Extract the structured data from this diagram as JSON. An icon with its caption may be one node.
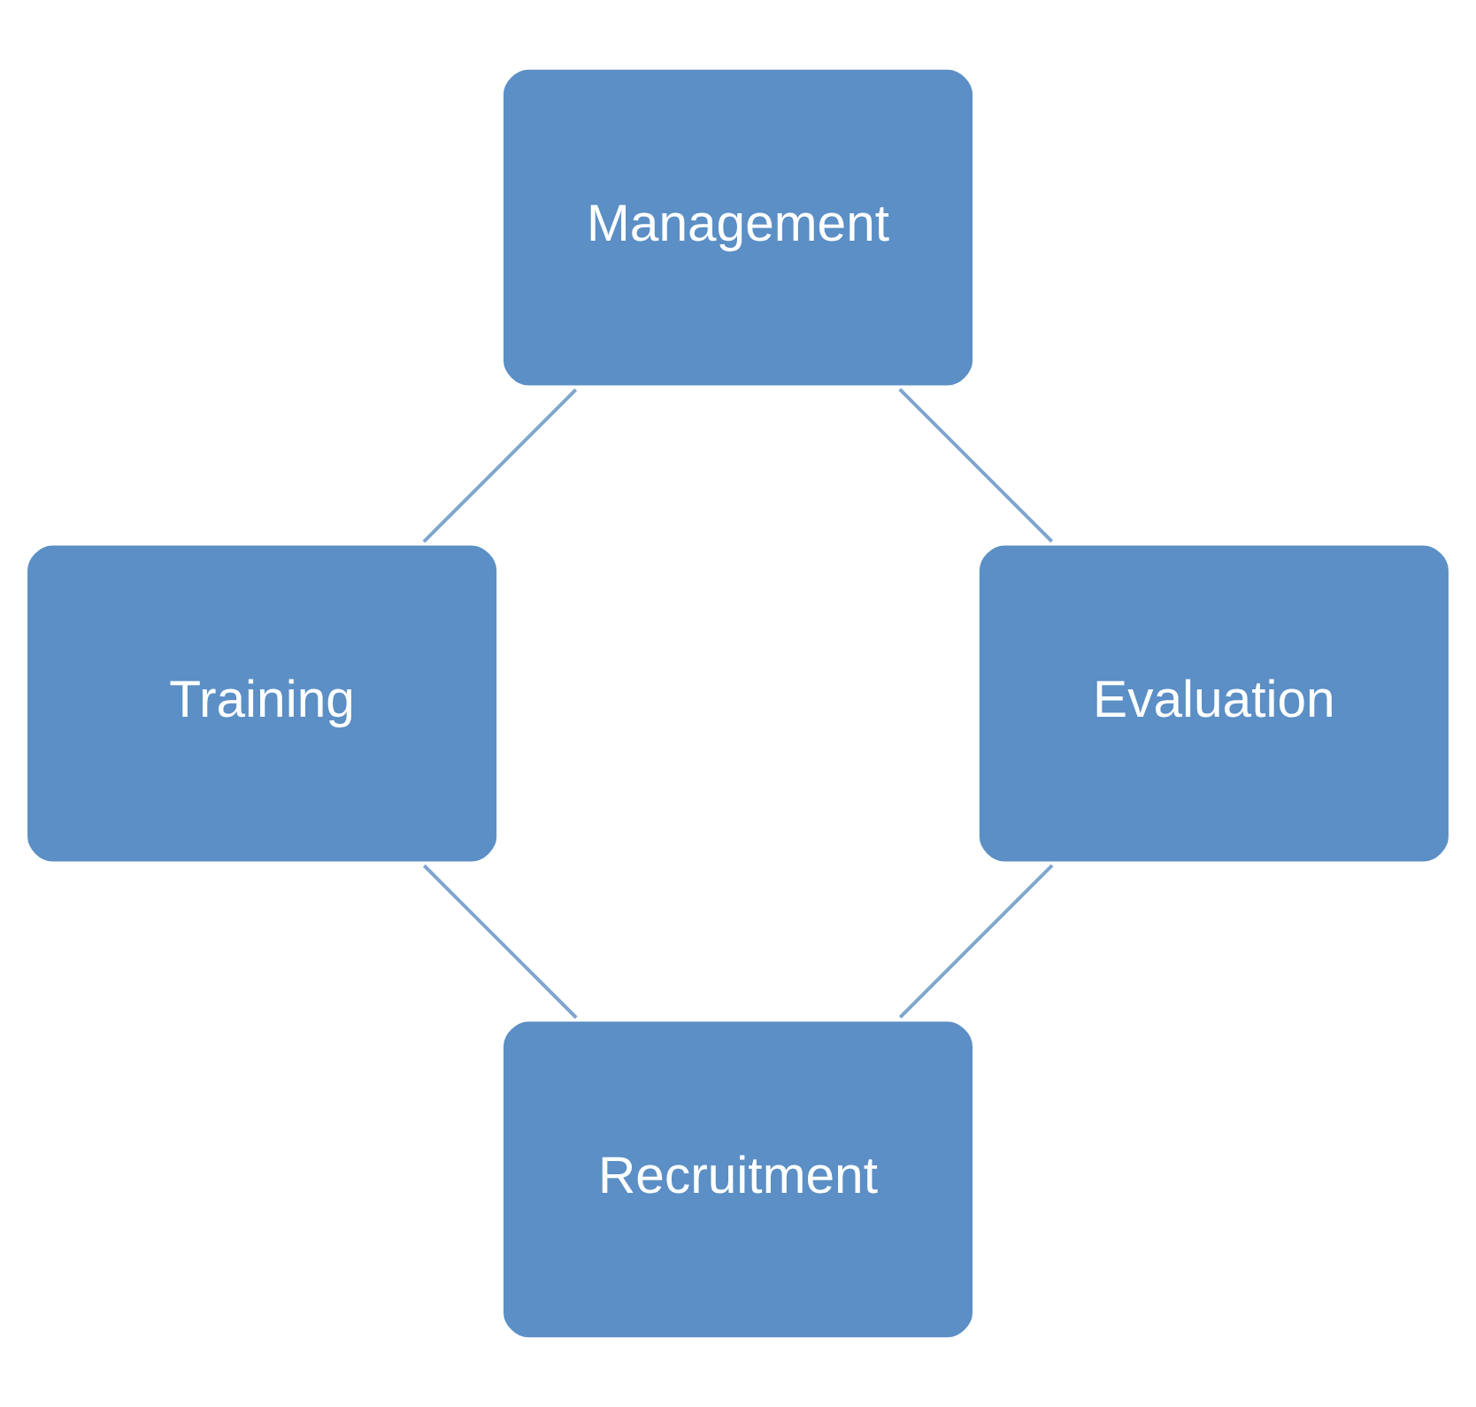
{
  "diagram": {
    "nodes": [
      {
        "text": [
          "Recruitment"
        ]
      },
      {
        "text": [
          "Training"
        ]
      },
      {
        "text": [
          "Management"
        ]
      },
      {
        "text": [
          "Evaluation"
        ]
      }
    ],
    "edges": [
      {
        "from": 0,
        "to": 1,
        "arrow": "none"
      },
      {
        "from": 1,
        "to": 2,
        "arrow": "none"
      },
      {
        "from": 2,
        "to": 3,
        "arrow": "none"
      },
      {
        "from": 3,
        "to": 0,
        "arrow": "none"
      }
    ]
  }
}
